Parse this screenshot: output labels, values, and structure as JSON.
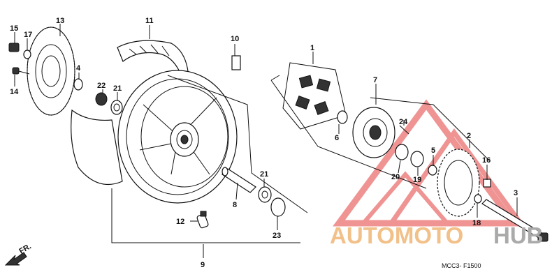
{
  "diagram": {
    "code": "MCC3- F1500",
    "direction_label": "FR.",
    "part_numbers": [
      "1",
      "2",
      "3",
      "4",
      "5",
      "6",
      "7",
      "8",
      "9",
      "10",
      "11",
      "12",
      "13",
      "14",
      "15",
      "16",
      "17",
      "18",
      "19",
      "20",
      "21",
      "21",
      "22",
      "23",
      "24"
    ]
  },
  "watermark": {
    "text_a": "AUTOMOTO",
    "text_b": "HUB",
    "color_a": "#f2c089",
    "color_b": "#aaaaaa",
    "logo_color": "#e23b3b"
  }
}
